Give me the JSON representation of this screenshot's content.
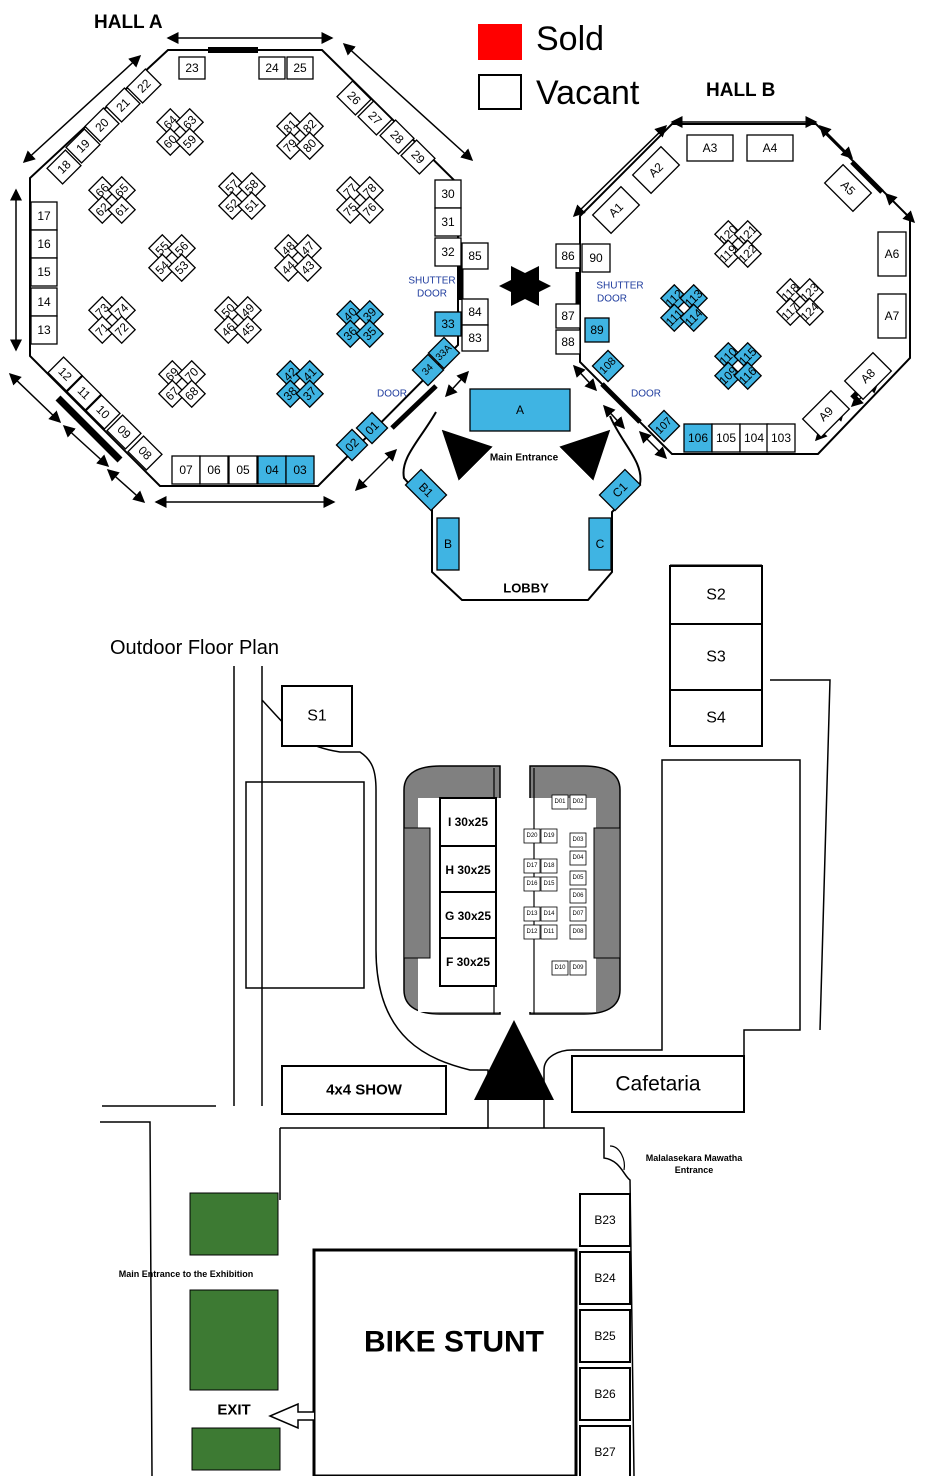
{
  "hall_a": {
    "title": "HALL A",
    "shutter_label_line1": "SHUTTER",
    "shutter_label_line2": "DOOR",
    "door_label": "DOOR",
    "booths_vacant": [
      "23",
      "24",
      "25",
      "26",
      "27",
      "28",
      "29",
      "22",
      "21",
      "20",
      "19",
      "18",
      "17",
      "16",
      "15",
      "14",
      "13",
      "12",
      "11",
      "10",
      "09",
      "08",
      "07",
      "06",
      "05",
      "30",
      "31",
      "32",
      "85",
      "84",
      "83",
      "64",
      "63",
      "60",
      "59",
      "81",
      "82",
      "79",
      "80",
      "66",
      "65",
      "62",
      "61",
      "57",
      "58",
      "52",
      "51",
      "77",
      "78",
      "75",
      "76",
      "55",
      "56",
      "54",
      "53",
      "48",
      "47",
      "44",
      "43",
      "73",
      "74",
      "71",
      "72",
      "50",
      "49",
      "46",
      "45",
      "69",
      "70",
      "67",
      "68"
    ],
    "booths_sold": [
      "04",
      "03",
      "02",
      "01",
      "33",
      "33A",
      "34",
      "40",
      "39",
      "36",
      "35",
      "42",
      "41",
      "38",
      "37"
    ]
  },
  "hall_b": {
    "title": "HALL B",
    "shutter_label_line1": "SHUTTER",
    "shutter_label_line2": "DOOR",
    "door_label": "DOOR",
    "booths_vacant": [
      "A1",
      "A2",
      "A3",
      "A4",
      "A5",
      "A6",
      "A7",
      "A8",
      "A9",
      "86",
      "90",
      "87",
      "88",
      "120",
      "121",
      "119",
      "122",
      "118",
      "123",
      "117",
      "124",
      "105",
      "104",
      "103"
    ],
    "booths_sold": [
      "89",
      "108",
      "107",
      "106",
      "112",
      "113",
      "111",
      "114",
      "110",
      "115",
      "109",
      "116"
    ]
  },
  "legend": {
    "sold_label": "Sold",
    "vacant_label": "Vacant",
    "sold_color": "#ff0000",
    "vacant_color": "#ffffff"
  },
  "colors": {
    "sold_booth_fill": "#3fb4e3",
    "vacant_booth_fill": "#ffffff",
    "green_area": "#3d7a33",
    "road_grey": "#808080"
  },
  "lobby": {
    "label": "LOBBY",
    "main_entrance": "Main Entrance",
    "booths_sold": [
      "A",
      "B1",
      "B",
      "C1",
      "C"
    ]
  },
  "outdoor": {
    "title": "Outdoor Floor Plan",
    "stages": [
      "S1",
      "S2",
      "S3",
      "S4"
    ],
    "large_booths": [
      "I 30x25",
      "H 30x25",
      "G 30x25",
      "F 30x25"
    ],
    "d_booths": [
      "D01",
      "D02",
      "D20",
      "D19",
      "D03",
      "D04",
      "D17",
      "D18",
      "D05",
      "D16",
      "D15",
      "D06",
      "D07",
      "D13",
      "D14",
      "D08",
      "D12",
      "D11",
      "D10",
      "D09"
    ],
    "show_area": "4x4 SHOW",
    "cafeteria": "Cafetaria",
    "side_entrance_line1": "Malalasekara Mawatha",
    "side_entrance_line2": "Entrance",
    "main_entrance": "Main Entrance to the Exhibition",
    "bike_stunt": "BIKE STUNT",
    "exit": "EXIT",
    "b_booths": [
      "B23",
      "B24",
      "B25",
      "B26",
      "B27"
    ]
  }
}
